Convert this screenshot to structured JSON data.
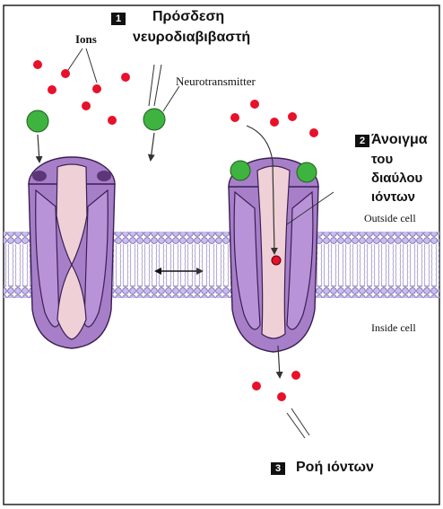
{
  "steps": {
    "step1": {
      "number": "1",
      "label_line1": "Πρόσδεση",
      "label_line2": "νευροδιαβιβαστή"
    },
    "step2": {
      "number": "2",
      "label_line1": "Άνοιγμα",
      "label_line2": "του",
      "label_line3": "διαύλου",
      "label_line4": "ιόντων"
    },
    "step3": {
      "number": "3",
      "label": "Ροή ιόντων"
    }
  },
  "labels": {
    "ions": "Ions",
    "neurotransmitter": "Neurotransmitter",
    "outside_cell": "Outside cell",
    "inside_cell": "Inside cell"
  },
  "colors": {
    "ion": "#e8102a",
    "neurotransmitter": "#3fb33f",
    "channel_purple": "#a77fc9",
    "channel_pore": "#eed0d6",
    "membrane": "#b7a6e0"
  }
}
